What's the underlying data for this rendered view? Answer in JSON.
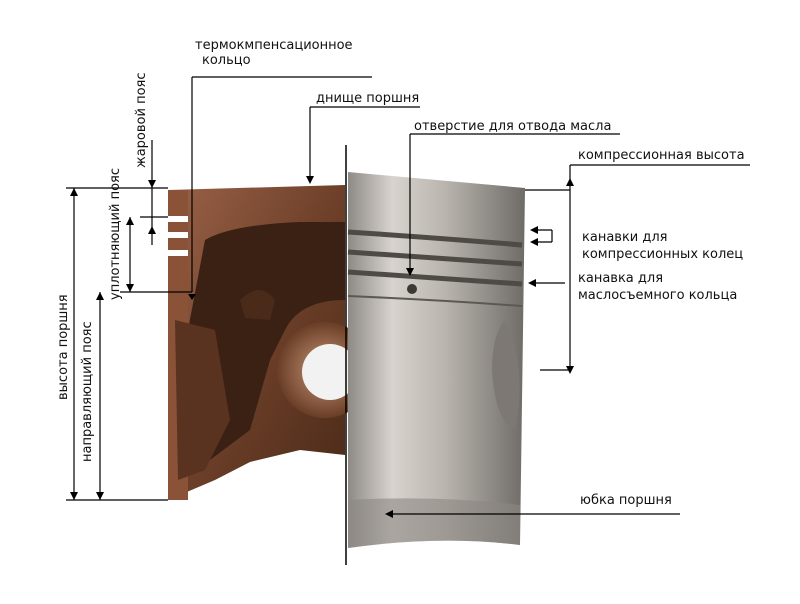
{
  "labels": {
    "thermo_ring_line1": "термокмпенсационное",
    "thermo_ring_line2": "кольцо",
    "crown": "днище поршня",
    "oil_hole": "отверстие для отвода масла",
    "compression_height": "компрессионная высота",
    "compression_grooves_line1": "канавки для",
    "compression_grooves_line2": "компрессионных колец",
    "oil_groove_line1": "канавка для",
    "oil_groove_line2": "маслосъемного кольца",
    "skirt": "юбка поршня",
    "fire_land": "жаровой пояс",
    "sealing_zone": "уплотняющий пояс",
    "guide_zone": "направляющий пояс",
    "piston_height": "высота поршня"
  },
  "colors": {
    "line": "#000000",
    "section_dark": "#3a2416",
    "section_mid": "#7a4a30",
    "section_light": "#a0674a",
    "metal_light": "#d9d4cf",
    "metal_mid": "#a8a29c",
    "metal_dark": "#6e6a66"
  }
}
